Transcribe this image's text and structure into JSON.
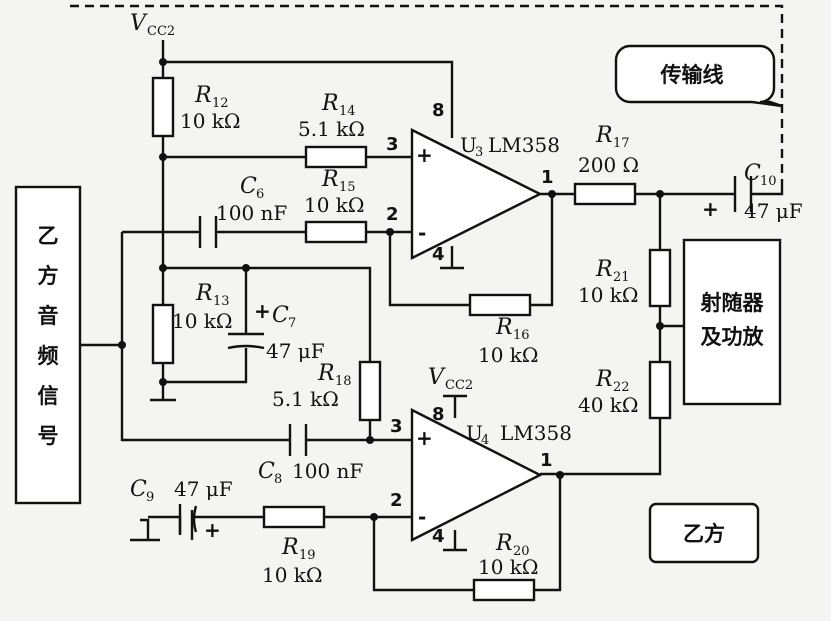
{
  "vcc_top": {
    "base": "V",
    "sub": "CC2"
  },
  "vcc_u4": {
    "base": "V",
    "sub": "CC2"
  },
  "components": {
    "r12": {
      "name": "R",
      "sub": "12",
      "value": "10 kΩ"
    },
    "r13": {
      "name": "R",
      "sub": "13",
      "value": "10 kΩ"
    },
    "r14": {
      "name": "R",
      "sub": "14",
      "value": "5.1 kΩ"
    },
    "r15": {
      "name": "R",
      "sub": "15",
      "value": "10 kΩ"
    },
    "r16": {
      "name": "R",
      "sub": "16",
      "value": "10 kΩ"
    },
    "r17": {
      "name": "R",
      "sub": "17",
      "value": "200 Ω"
    },
    "r18": {
      "name": "R",
      "sub": "18",
      "value": "5.1 kΩ"
    },
    "r19": {
      "name": "R",
      "sub": "19",
      "value": "10 kΩ"
    },
    "r20": {
      "name": "R",
      "sub": "20",
      "value": "10 kΩ"
    },
    "r21": {
      "name": "R",
      "sub": "21",
      "value": "10 kΩ"
    },
    "r22": {
      "name": "R",
      "sub": "22",
      "value": "40 kΩ"
    },
    "c6": {
      "name": "C",
      "sub": "6",
      "value": "100 nF"
    },
    "c7": {
      "name": "C",
      "sub": "7",
      "value": "47 μF"
    },
    "c8": {
      "name": "C",
      "sub": "8",
      "value": "100 nF"
    },
    "c9": {
      "name": "C",
      "sub": "9",
      "value": "47 μF"
    },
    "c10": {
      "name": "C",
      "sub": "10",
      "value": "47 μF"
    }
  },
  "u3": {
    "name": "U",
    "sub": "3",
    "part": "LM358"
  },
  "u4": {
    "name": "U",
    "sub": "4",
    "part": "LM358"
  },
  "pins": {
    "p8a": "8",
    "p3a": "3",
    "p2a": "2",
    "p1a": "1",
    "p4a": "4",
    "p8b": "8",
    "p3b": "3",
    "p2b": "2",
    "p1b": "1",
    "p4b": "4"
  },
  "signs": {
    "plus": "+",
    "minus": "-"
  },
  "labels": {
    "left_box": [
      "乙",
      "方",
      "音",
      "频",
      "信",
      "号"
    ],
    "transmission_line": "传输线",
    "emitter_follower": [
      "射随器",
      "及功放"
    ],
    "party": "乙方"
  }
}
